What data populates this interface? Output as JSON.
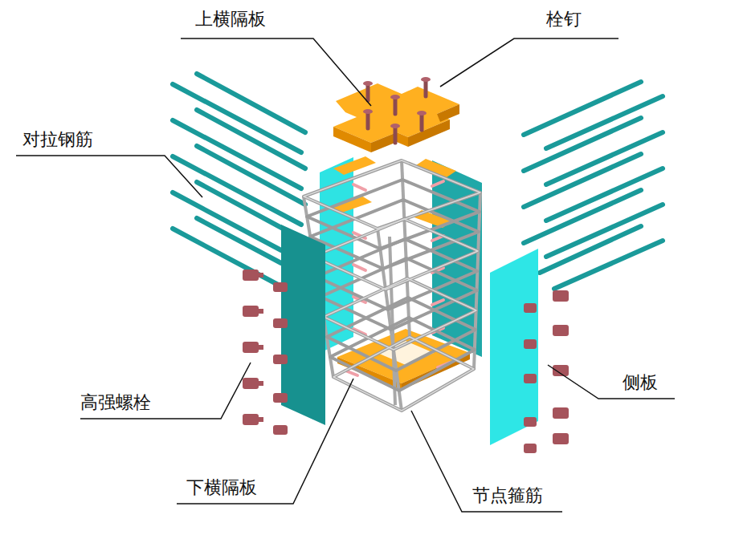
{
  "diagram": {
    "labels": [
      "上横隔板",
      "栓钉",
      "对拉钢筋",
      "高强螺栓",
      "侧板",
      "下横隔板",
      "节点箍筋"
    ]
  }
}
